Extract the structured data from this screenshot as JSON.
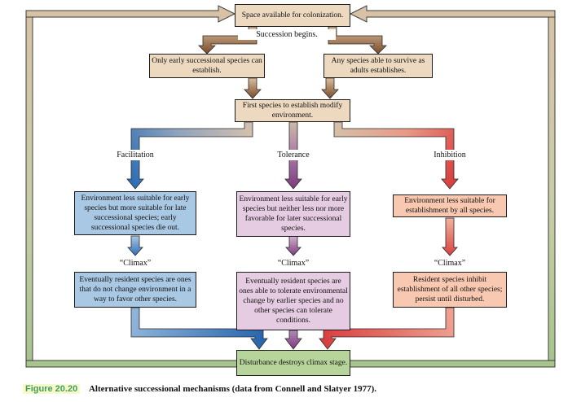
{
  "figure": {
    "caption_label": "Figure 20.20",
    "caption_text": "Alternative successional mechanisms (data from Connell and Slatyer 1977)."
  },
  "flowchart": {
    "top_box": "Space available for colonization.",
    "succession_label": "Succession begins.",
    "establish_left": "Only early successional species can establish.",
    "establish_right": "Any species able to survive as adults establishes.",
    "modify_box": "First species to establish modify environment.",
    "branches": [
      {
        "name": "Facilitation",
        "arrow_color": "#2f6fb5",
        "box_fill": "#a9c8e4",
        "environment_box": "Environment less suitable for early species but more suitable for late successional species; early successional species die out.",
        "climax_label": "“Climax”",
        "climax_box": "Eventually resident species are ones that do not change environment in a way to favor other species."
      },
      {
        "name": "Tolerance",
        "arrow_color": "#7d3a7d",
        "box_fill": "#e6cce2",
        "environment_box": "Environment less suitable for early species but neither less nor more favorable for later successional species.",
        "climax_label": "“Climax”",
        "climax_box": "Eventually resident species are ones able to tolerate environmental change by earlier species and no other species can tolerate conditions."
      },
      {
        "name": "Inhibition",
        "arrow_color": "#d94040",
        "box_fill": "#f8c8b0",
        "environment_box": "Environment less suitable for establishment by all species.",
        "climax_label": "“Climax”",
        "climax_box": "Resident species inhibit establishment of all other species; persist until disturbed."
      }
    ],
    "disturbance_box": "Disturbance destroys climax stage."
  },
  "colors": {
    "tan_box": "#ecd9bf",
    "blue_box": "#a9c8e4",
    "pink_box": "#e6cce2",
    "salmon_box": "#f8c8b0",
    "green_box": "#b7d49a",
    "loop_top": "#d8c2a6",
    "loop_bottom": "#a6c48c",
    "brown_arrow": "#7a4a28",
    "figure_label_color": "#3aa065",
    "figure_label_highlight": "#fafac8"
  }
}
